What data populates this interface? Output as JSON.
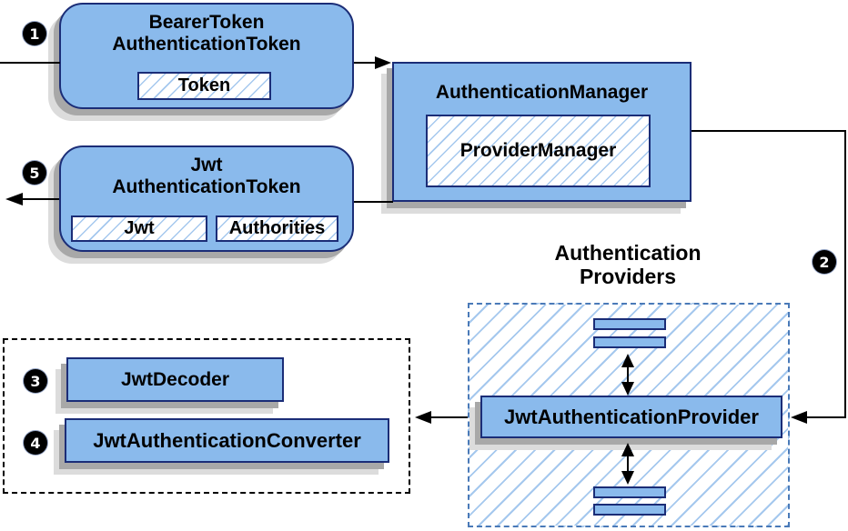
{
  "colors": {
    "node-fill": "#8ABAEC",
    "node-border": "#1B2D77",
    "hatch-line": "#A5C8EE",
    "blue-dash": "#4A7AB8",
    "shadow-dark": "#A8A8A8",
    "shadow-light": "#DCDCDC",
    "arrow": "#000000"
  },
  "steps": {
    "s1": "1",
    "s2": "2",
    "s3": "3",
    "s4": "4",
    "s5": "5"
  },
  "bearer_token": {
    "title1": "BearerToken",
    "title2": "AuthenticationToken",
    "token": "Token"
  },
  "jwt_token": {
    "title1": "Jwt",
    "title2": "AuthenticationToken",
    "jwt": "Jwt",
    "authorities": "Authorities"
  },
  "auth_manager": {
    "title": "AuthenticationManager",
    "provider": "ProviderManager"
  },
  "providers_group": {
    "label1": "Authentication",
    "label2": "Providers"
  },
  "jwt_auth_provider": {
    "label": "JwtAuthenticationProvider"
  },
  "converters_group": {
    "decoder": "JwtDecoder",
    "converter": "JwtAuthenticationConverter"
  }
}
